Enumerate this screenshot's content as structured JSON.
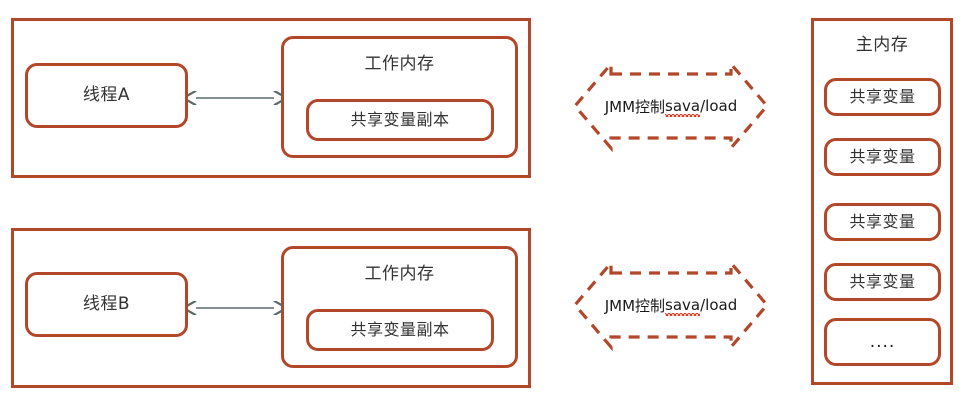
{
  "diagram": {
    "title": "Java Memory Model (JMM) diagram",
    "colors": {
      "box_border": "#b3472a",
      "text": "#333333",
      "connector_arrow": "#5a6b6b",
      "spellcheck_underline": "#e03a20",
      "background": "#ffffff"
    },
    "thread_panels": [
      {
        "thread_label": "线程A",
        "working_memory_title": "工作内存",
        "shared_variable_copy_label": "共享变量副本",
        "connector": "double-headed-arrow"
      },
      {
        "thread_label": "线程B",
        "working_memory_title": "工作内存",
        "shared_variable_copy_label": "共享变量副本",
        "connector": "double-headed-arrow"
      }
    ],
    "jmm_arrows": [
      {
        "text_prefix": "JMM控制",
        "text_misspelled": "sava",
        "text_suffix": "/load",
        "full_text": "JMM控制sava/load"
      },
      {
        "text_prefix": "JMM控制",
        "text_misspelled": "sava",
        "text_suffix": "/load",
        "full_text": "JMM控制sava/load"
      }
    ],
    "main_memory": {
      "title": "主内存",
      "items": [
        {
          "label": "共享变量"
        },
        {
          "label": "共享变量"
        },
        {
          "label": "共享变量"
        },
        {
          "label": "共享变量"
        },
        {
          "label": "...."
        }
      ]
    }
  }
}
